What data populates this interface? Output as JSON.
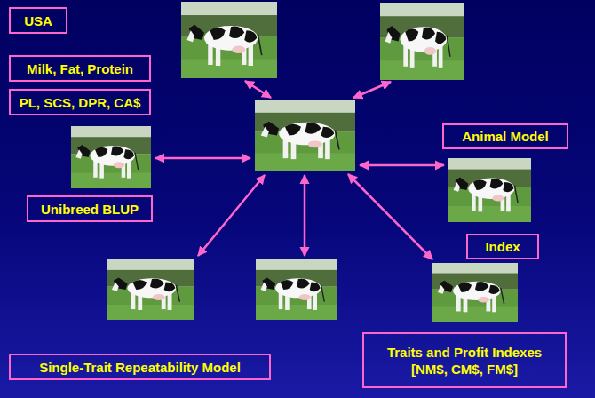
{
  "diagram": {
    "nodes": [
      {
        "text": [
          "USA"
        ]
      },
      {
        "text": [
          "Milk, Fat, Protein"
        ]
      },
      {
        "text": [
          "PL, SCS, DPR, CA$"
        ]
      },
      {
        "text": [
          "Animal Model"
        ]
      },
      {
        "text": [
          "Unibreed BLUP"
        ]
      },
      {
        "text": [
          "Index"
        ]
      },
      {
        "text": [
          "Single-Trait Repeatability Model"
        ]
      },
      {
        "text": [
          "Traits and Profit Indexes [NM$, CM$, FM$]"
        ]
      }
    ]
  }
}
